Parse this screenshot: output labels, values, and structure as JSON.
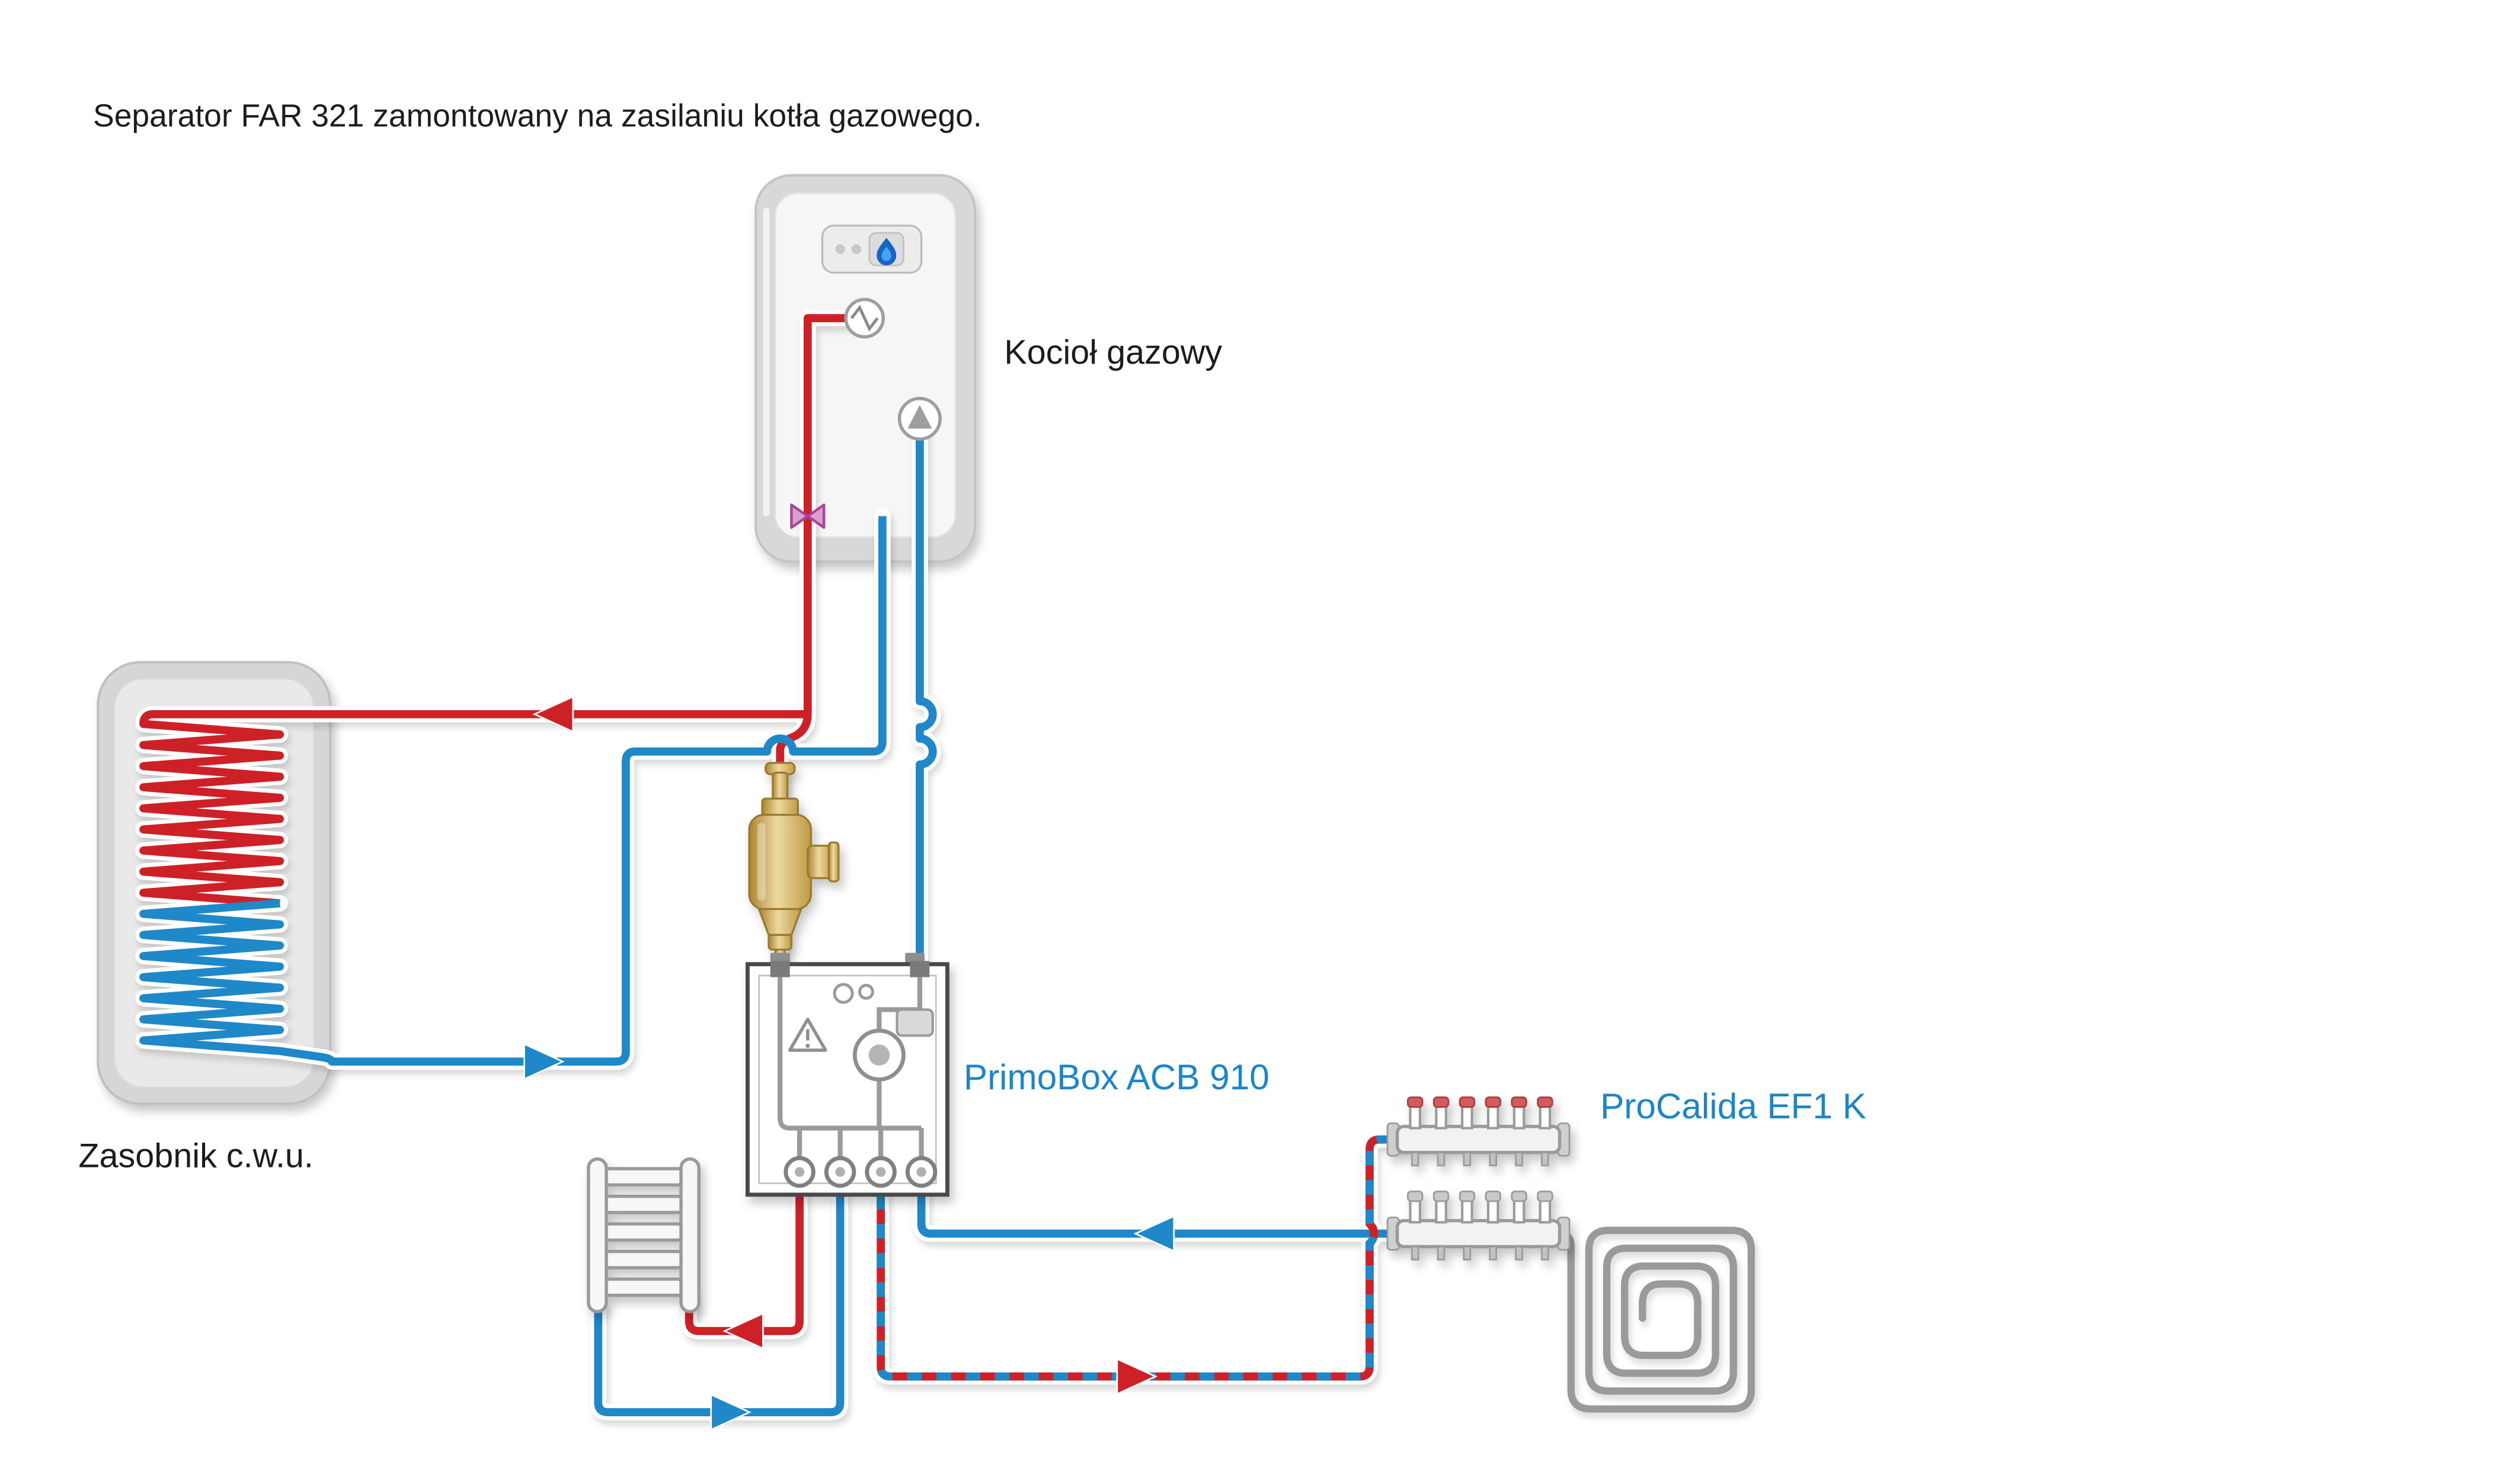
{
  "title": "Separator FAR 321 zamontowany na zasilaniu kotła gazowego.",
  "diagram": {
    "labels": {
      "boiler": "Kocioł gazowy",
      "dhw_tank": "Zasobnik c.w.u.",
      "primobox": "PrimoBox ACB 910",
      "manifold": "ProCalida EF1 K"
    },
    "icons": {
      "flame": "flame-icon",
      "heat_exchanger": "heat-exchanger-icon",
      "pump": "pump-icon",
      "mixing_valve": "mixing-valve-icon",
      "warning": "warning-triangle-icon"
    },
    "colors": {
      "supply_red": "#ce2127",
      "return_blue": "#1f88c9",
      "label_blue": "#1a85c8",
      "brass": "#d7b566",
      "valve_magenta": "#b5519c",
      "metal_gray": "#9a9a9a",
      "shell_gray": "#d8d8d8",
      "flame_blue": "#1d6fc0"
    }
  }
}
